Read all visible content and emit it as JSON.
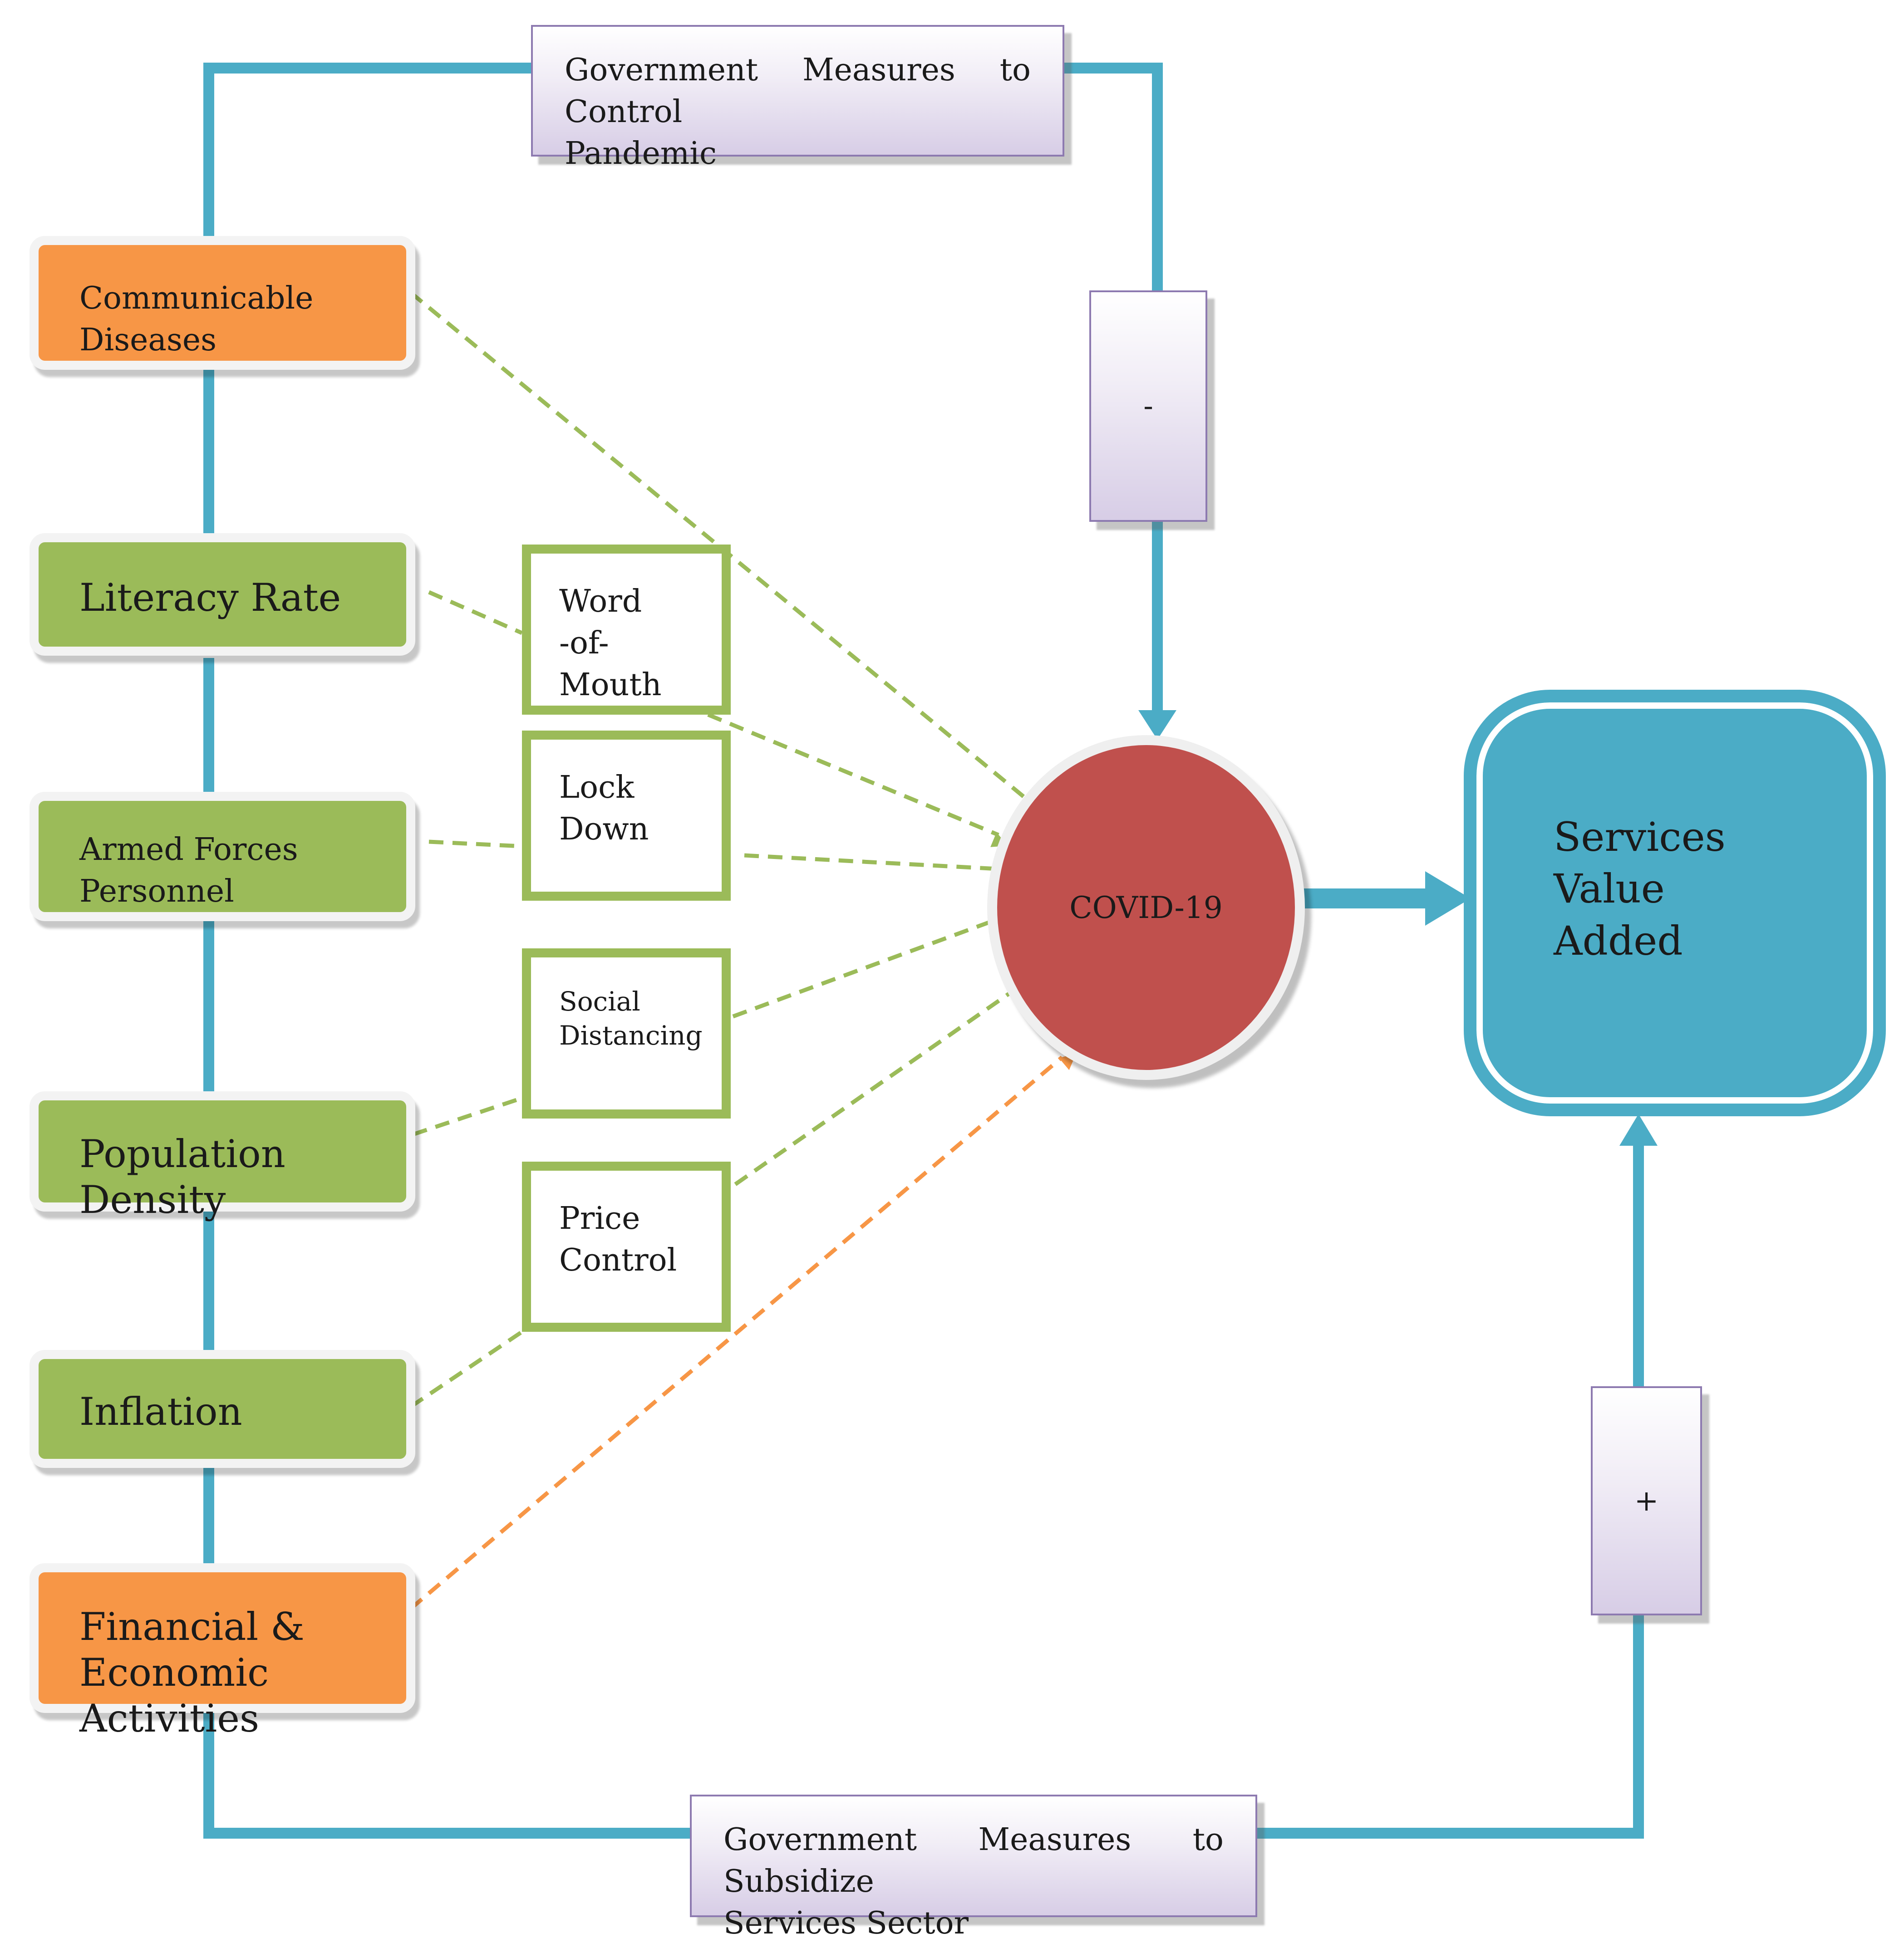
{
  "factors": {
    "communicable": [
      "Communicable",
      "Diseases"
    ],
    "literacy": "Literacy Rate",
    "armed": [
      "Armed Forces",
      "Personnel"
    ],
    "population": "Population Density",
    "inflation": "Inflation",
    "financial": [
      "Financial &",
      "Economic Activities"
    ]
  },
  "mechanisms": {
    "word_of_mouth": [
      "Word",
      "-of-",
      "Mouth"
    ],
    "lock_down": [
      "Lock",
      "Down"
    ],
    "social_distancing": [
      "Social",
      "Distancing"
    ],
    "price_control": [
      "Price",
      "Control"
    ]
  },
  "measures": {
    "control": [
      "Government Measures to Control",
      "Pandemic"
    ],
    "subsidize": [
      "Government Measures to Subsidize",
      "Services Sector"
    ]
  },
  "signs": {
    "minus": "-",
    "plus": "+"
  },
  "covid": "COVID-19",
  "outcome": [
    "Services Value",
    "Added"
  ],
  "colors": {
    "loop_line": "#4bacc6",
    "green_dash": "#9bbb59",
    "orange_dash": "#f79646",
    "factor_green": "#9bbb59",
    "factor_orange": "#f79646",
    "covid_red": "#c0504d",
    "services_blue": "#4bacc6"
  }
}
